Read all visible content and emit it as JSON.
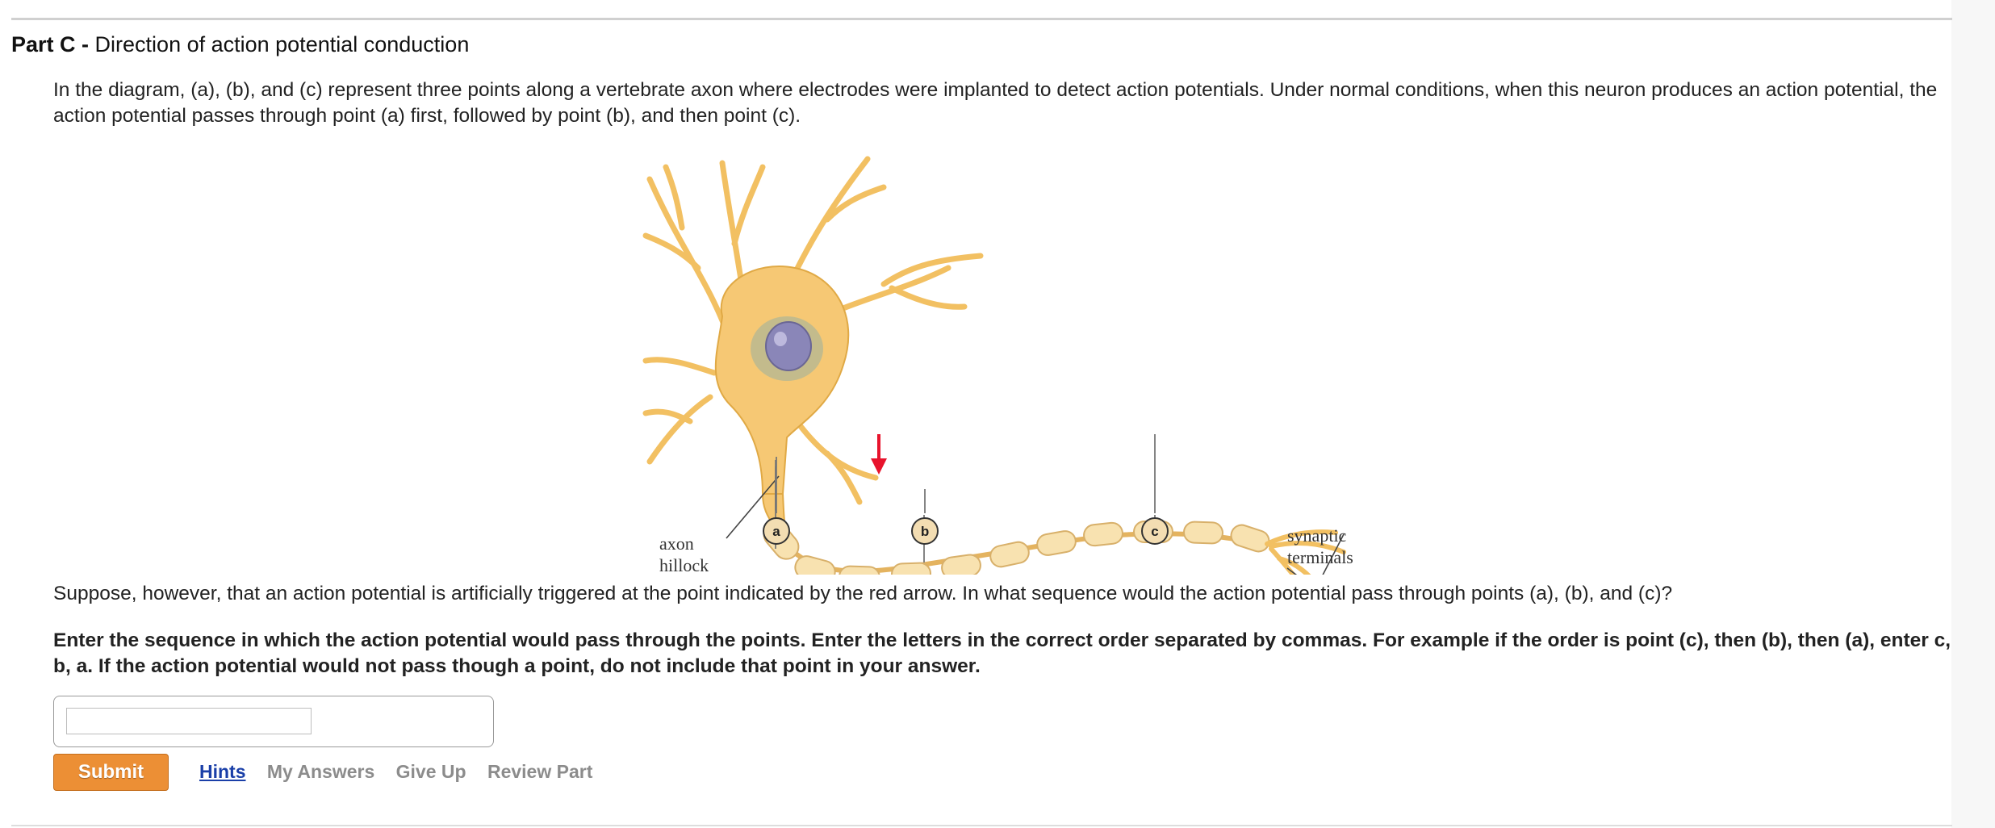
{
  "part": {
    "label": "Part C -",
    "title": "Direction of action potential conduction"
  },
  "intro_text": "In the diagram, (a), (b), and (c) represent three points along a vertebrate axon where electrodes were implanted to detect action potentials. Under normal conditions, when this neuron produces an action potential, the action potential passes through point (a) first, followed by point (b), and then point (c).",
  "figure": {
    "labels": {
      "axon_hillock_line1": "axon",
      "axon_hillock_line2": "hillock",
      "synaptic_line1": "synaptic",
      "synaptic_line2": "terminals",
      "point_a": "a",
      "point_b": "b",
      "point_c": "c"
    },
    "colors": {
      "cell_body": "#f6c874",
      "myelin": "#f8e2b0",
      "arrow": "#e8132c",
      "nucleus": "#8a86b8"
    }
  },
  "question_text": "Suppose, however, that an action potential is artificially triggered at the point indicated by the red arrow. In what sequence would the action potential pass through points (a), (b), and (c)?",
  "instruction_text": "Enter the sequence in which the action potential would pass through the points. Enter the letters in the correct order separated by commas. For example if the order is point (c), then (b), then (a), enter c, b, a. If the action potential would not pass though a point, do not include that point in your answer.",
  "answer": {
    "value": "",
    "placeholder": ""
  },
  "buttons": {
    "submit": "Submit"
  },
  "links": {
    "hints": "Hints",
    "my_answers": "My Answers",
    "give_up": "Give Up",
    "review_part": "Review Part"
  },
  "theme": {
    "submit_color": "#ec8f35",
    "link_color": "#1a3fa8",
    "disabled_link_color": "#8c8c8c"
  }
}
